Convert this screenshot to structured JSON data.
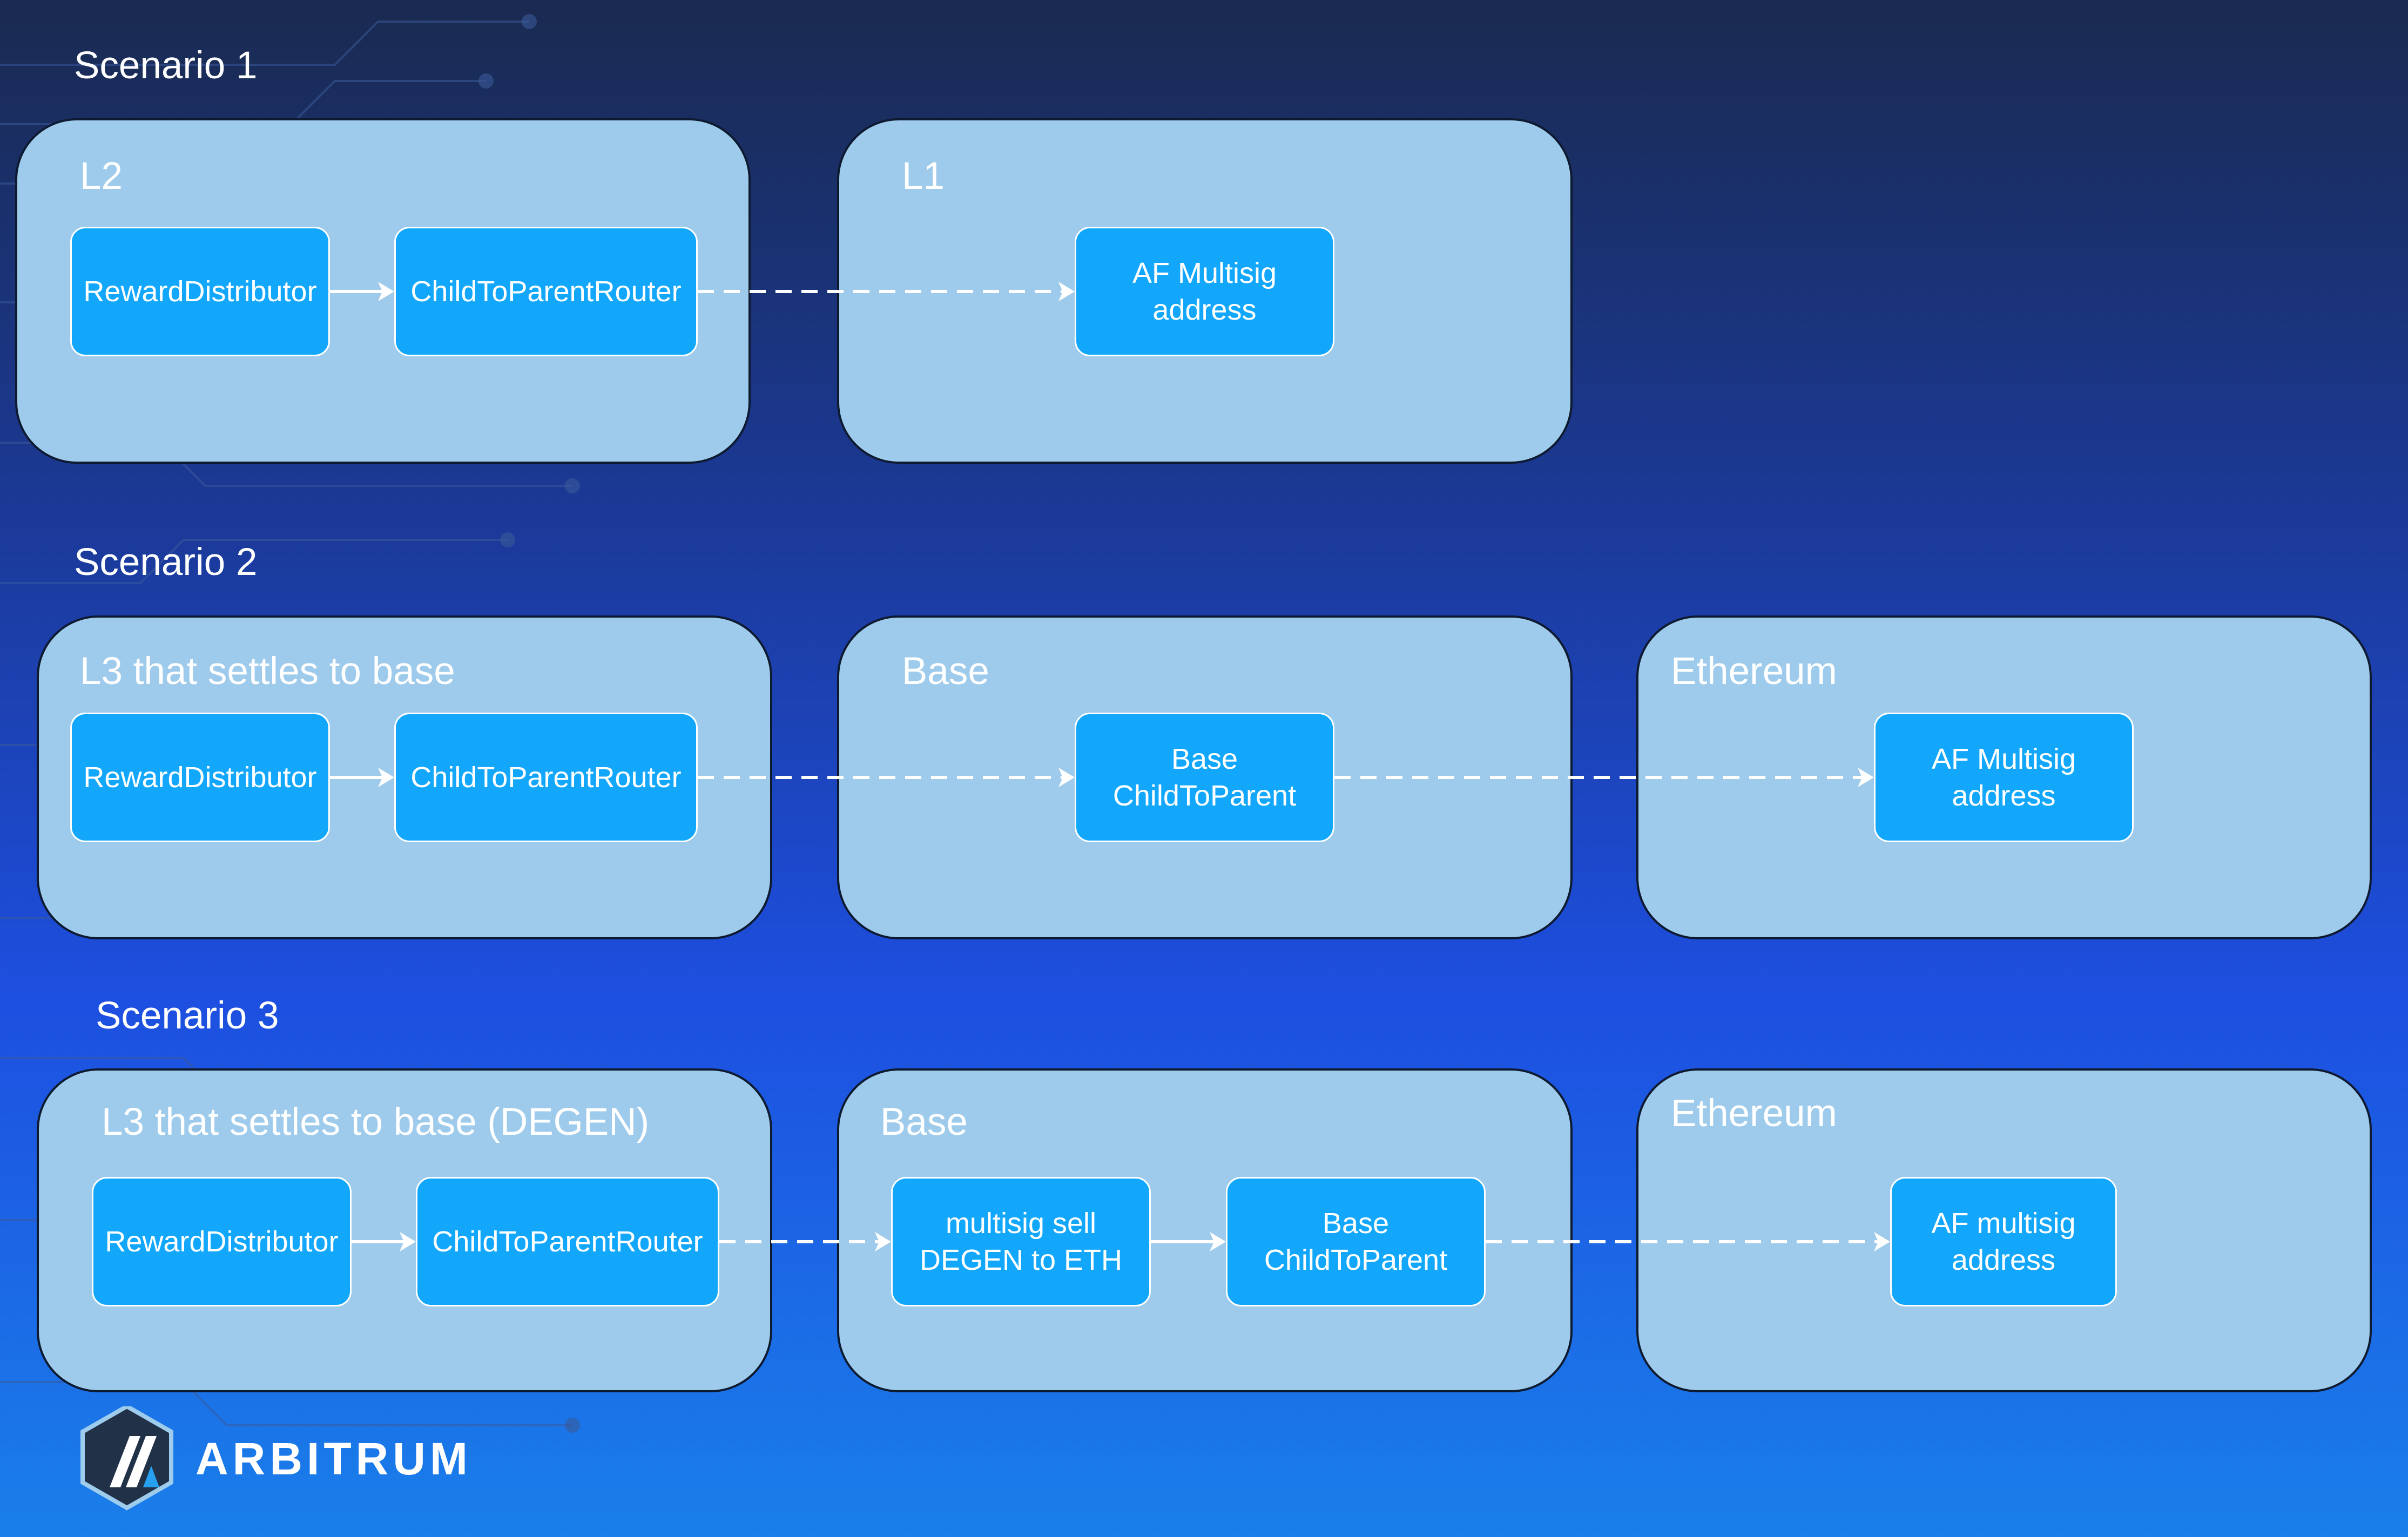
{
  "brand": {
    "name": "ARBITRUM"
  },
  "scenarios": [
    {
      "title": "Scenario 1",
      "groups": [
        {
          "label": "L2",
          "nodes": [
            "RewardDistributor",
            "ChildToParentRouter"
          ]
        },
        {
          "label": "L1",
          "nodes": [
            "AF Multisig\naddress"
          ]
        }
      ]
    },
    {
      "title": "Scenario 2",
      "groups": [
        {
          "label": "L3 that settles to base",
          "nodes": [
            "RewardDistributor",
            "ChildToParentRouter"
          ]
        },
        {
          "label": "Base",
          "nodes": [
            "Base\nChildToParent"
          ]
        },
        {
          "label": "Ethereum",
          "nodes": [
            "AF Multisig\naddress"
          ]
        }
      ]
    },
    {
      "title": "Scenario 3",
      "groups": [
        {
          "label": "L3 that settles to base (DEGEN)",
          "nodes": [
            "RewardDistributor",
            "ChildToParentRouter"
          ]
        },
        {
          "label": "Base",
          "nodes": [
            "multisig sell\nDEGEN to ETH",
            "Base\nChildToParent"
          ]
        },
        {
          "label": "Ethereum",
          "nodes": [
            "AF multisig\naddress"
          ]
        }
      ]
    }
  ]
}
